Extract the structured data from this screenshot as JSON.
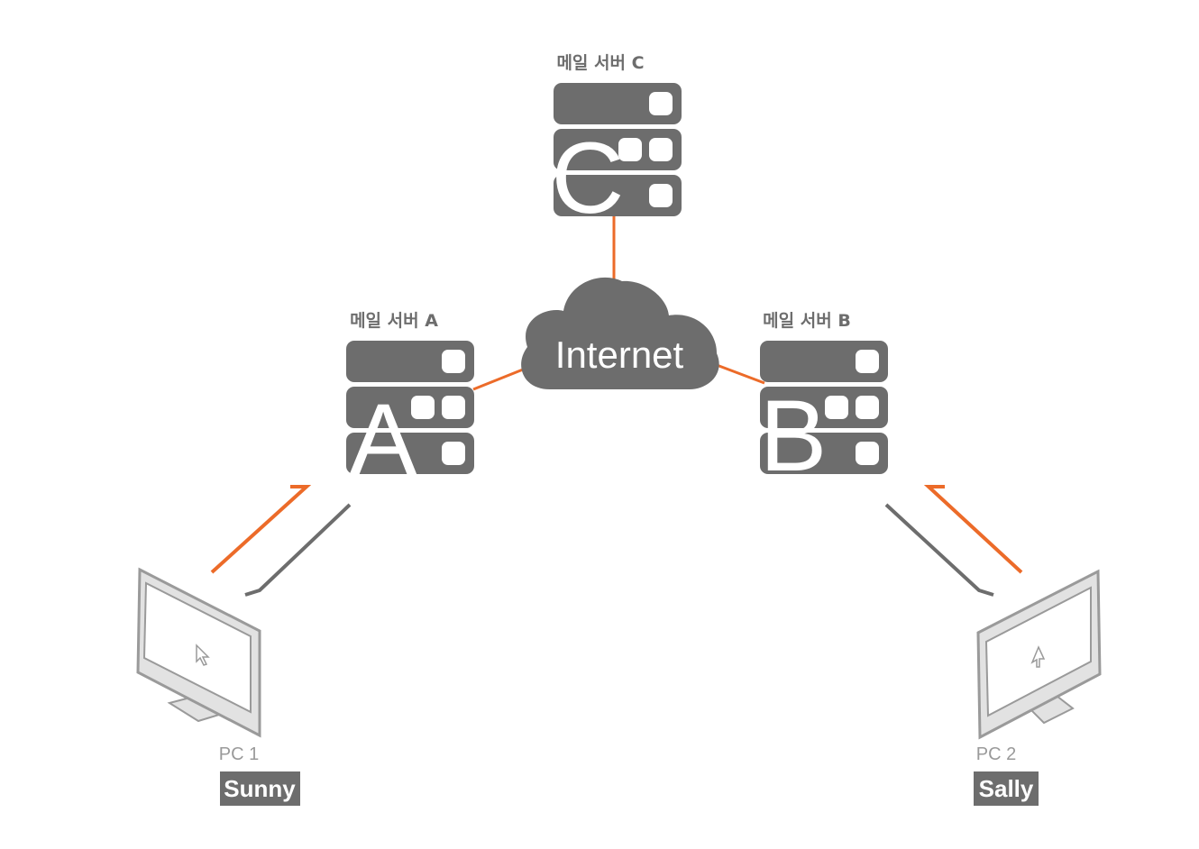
{
  "servers": {
    "c": {
      "label": "메일 서버 C",
      "letter": "C"
    },
    "a": {
      "label": "메일 서버 A",
      "letter": "A"
    },
    "b": {
      "label": "메일 서버 B",
      "letter": "B"
    }
  },
  "cloud": {
    "label": "Internet"
  },
  "pcs": {
    "pc1": {
      "label": "PC 1",
      "user": "Sunny"
    },
    "pc2": {
      "label": "PC 2",
      "user": "Sally"
    }
  },
  "colors": {
    "server_gray": "#6d6d6d",
    "link_orange": "#ec6b29",
    "arrow_gray": "#6d6d6d",
    "pc_frame": "#e2e2e2",
    "pc_stroke": "#9a9a9a"
  }
}
